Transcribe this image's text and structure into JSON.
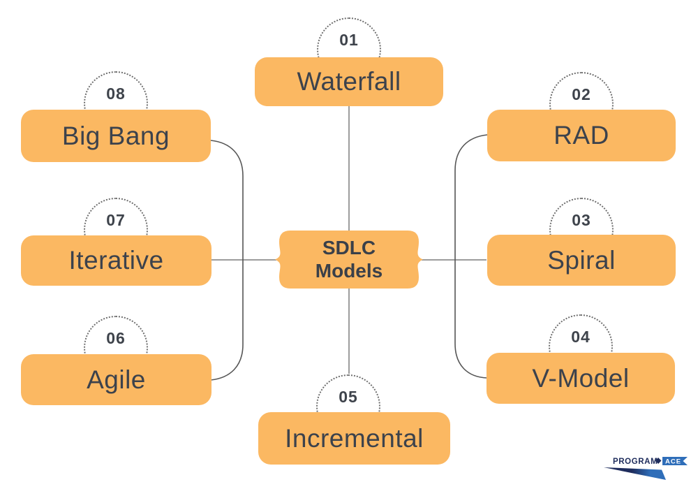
{
  "title": "SDLC Models",
  "center": {
    "line1": "SDLC",
    "line2": "Models"
  },
  "nodes": [
    {
      "id": "waterfall",
      "number": "01",
      "label": "Waterfall"
    },
    {
      "id": "rad",
      "number": "02",
      "label": "RAD"
    },
    {
      "id": "spiral",
      "number": "03",
      "label": "Spiral"
    },
    {
      "id": "v-model",
      "number": "04",
      "label": "V-Model"
    },
    {
      "id": "incremental",
      "number": "05",
      "label": "Incremental"
    },
    {
      "id": "agile",
      "number": "06",
      "label": "Agile"
    },
    {
      "id": "iterative",
      "number": "07",
      "label": "Iterative"
    },
    {
      "id": "big-bang",
      "number": "08",
      "label": "Big Bang"
    }
  ],
  "logo": {
    "program": "PROGRAM",
    "ace": "ACE"
  },
  "colors": {
    "box-fill": "#FBB862",
    "label-text": "#3C424C",
    "center-text": "#3A4049",
    "number-text": "#3E434B",
    "spoke-line": "#9C9C9C",
    "branch-line": "#555555",
    "dot-circle": "#6E6E6E",
    "logo-navy": "#1E2C5C",
    "logo-blue": "#2F6EB9"
  }
}
